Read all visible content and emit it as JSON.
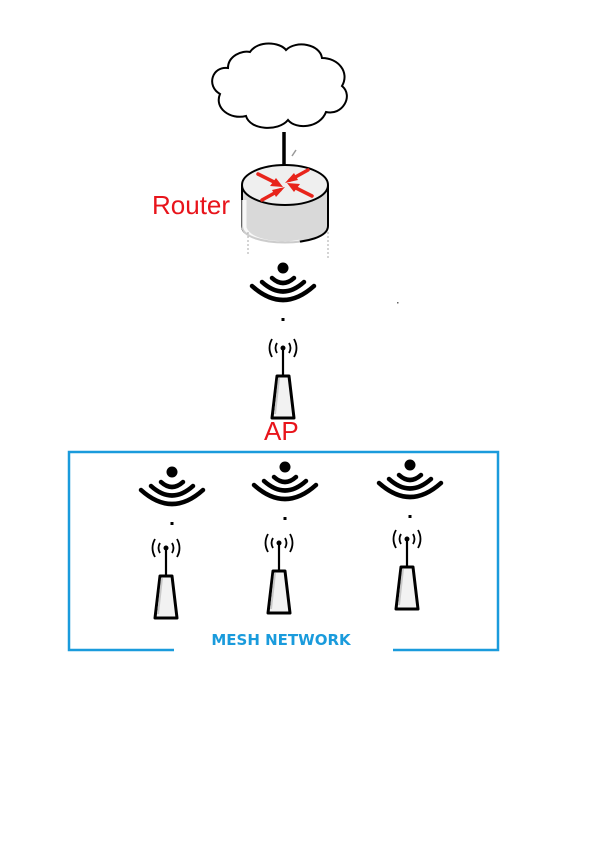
{
  "diagram": {
    "router_label": "Router",
    "ap_label": "AP",
    "mesh_label": "MESH NETWORK"
  },
  "colors": {
    "label_red": "#e8141b",
    "mesh_blue": "#1a9bdc",
    "arrow_red": "#e8241b"
  },
  "icons": [
    "cloud-icon",
    "router-icon",
    "wifi-signal-icon",
    "access-point-icon"
  ]
}
